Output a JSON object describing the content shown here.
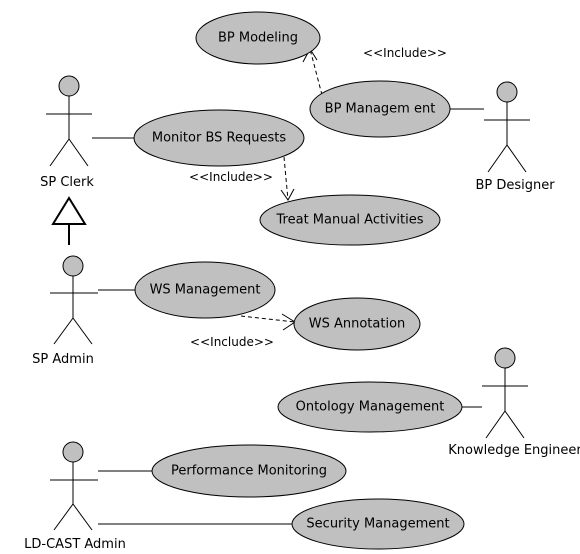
{
  "actors": {
    "sp_clerk": "SP Clerk",
    "bp_designer": "BP Designer",
    "sp_admin": "SP Admin",
    "knowledge_engineer": "Knowledge Engineer",
    "ld_cast_admin": "LD-CAST Admin"
  },
  "use_cases": {
    "bp_modeling": "BP Modeling",
    "bp_management": "BP Managem ent",
    "monitor_bs_requests": "Monitor BS Requests",
    "treat_manual_activities": "Treat Manual Activities",
    "ws_management": "WS Management",
    "ws_annotation": "WS Annotation",
    "ontology_management": "Ontology Management",
    "performance_monitoring": "Performance Monitoring",
    "security_management": "Security Management"
  },
  "relations": {
    "include_bp": "<<Include>>",
    "include_monitor": "<<Include>>",
    "include_ws": "<<Include>>"
  },
  "colors": {
    "use_case_fill": "#c0c0c0",
    "actor_head_fill": "#c0c0c0",
    "line": "#000000"
  }
}
